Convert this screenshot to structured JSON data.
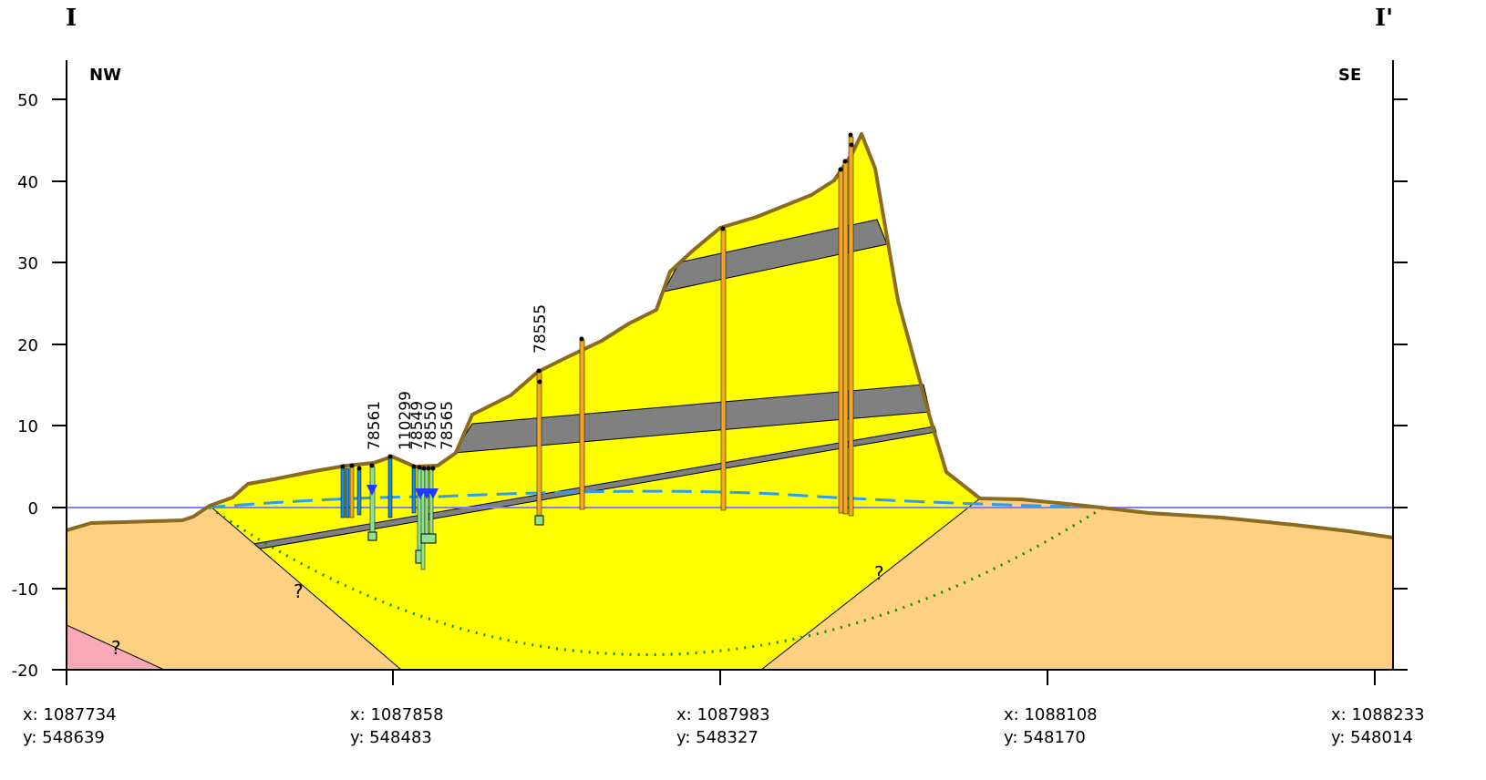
{
  "section": {
    "start_label": "I",
    "end_label": "I'",
    "left_direction": "NW",
    "right_direction": "SE"
  },
  "elevation_axis": {
    "ticks": [
      "50",
      "40",
      "30",
      "20",
      "10",
      "0",
      "-10",
      "-20"
    ]
  },
  "coordinates": [
    {
      "x": "x: 1087734",
      "y": "y: 548639"
    },
    {
      "x": "x: 1087858",
      "y": "y: 548483"
    },
    {
      "x": "x: 1087983",
      "y": "y: 548327"
    },
    {
      "x": "x: 1088108",
      "y": "y: 548170"
    },
    {
      "x": "x: 1088233",
      "y": "y: 548014"
    }
  ],
  "wells": [
    "78561",
    "110299",
    "78549",
    "78550",
    "78565",
    "78555"
  ],
  "uncertainty_marks": [
    "?",
    "?",
    "?"
  ],
  "colors": {
    "fill_yellow": "#ffff00",
    "bedrock_tan": "#fdd082",
    "basement_pink": "#f9a8b8",
    "gray_band": "#808080",
    "surface_line": "#8c6a1e",
    "sea_level": "#8080f0",
    "water_table": "#2a9df4",
    "dotted_boundary": "#0a8a0a",
    "casing_orange": "#f5a623",
    "casing_blue": "#1e88e5",
    "screen_green": "#8fe08f"
  }
}
